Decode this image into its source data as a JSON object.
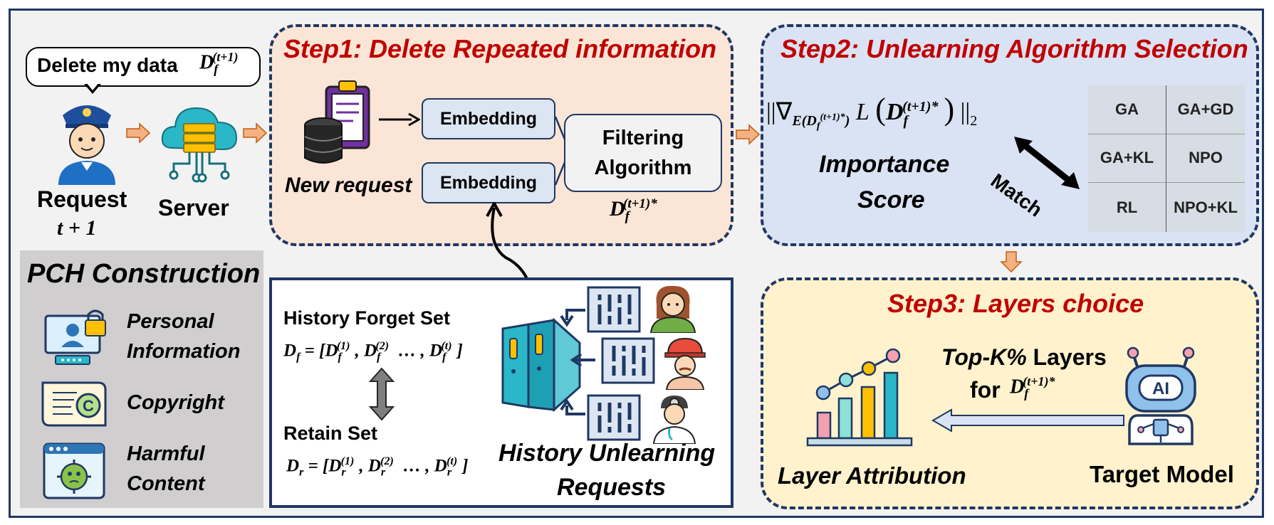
{
  "speech_bubble": {
    "text": "Delete my data"
  },
  "request": {
    "label": "Request",
    "sub": "t + 1"
  },
  "server": {
    "label": "Server"
  },
  "pch": {
    "title": "PCH Construction",
    "items": [
      {
        "label_line1": "Personal",
        "label_line2": "Information",
        "icon": "personal-info-icon"
      },
      {
        "label_line1": "Copyright",
        "label_line2": "",
        "icon": "copyright-icon"
      },
      {
        "label_line1": "Harmful",
        "label_line2": "Content",
        "icon": "harmful-content-icon"
      }
    ]
  },
  "step1": {
    "title": "Step1: Delete Repeated information",
    "new_request": "New request",
    "embedding_1": "Embedding",
    "embedding_2": "Embedding",
    "filtering_line1": "Filtering",
    "filtering_line2": "Algorithm"
  },
  "step2": {
    "title": "Step2: Unlearning Algorithm Selection",
    "importance_line1": "Importance",
    "importance_line2": "Score",
    "match": "Match",
    "algorithms": [
      "GA",
      "GA+GD",
      "GA+KL",
      "NPO",
      "RL",
      "NPO+KL"
    ]
  },
  "step3": {
    "title": "Step3: Layers choice",
    "topk_italic": "Top-K%",
    "topk_rest": " Layers",
    "for_label": "for",
    "layer_attribution": "Layer Attribution",
    "target_model": "Target Model",
    "ai_label": "AI"
  },
  "history": {
    "forget_label": "History Forget Set",
    "retain_label": "Retain Set",
    "title_line1": "History Unlearning",
    "title_line2": "Requests"
  },
  "colors": {
    "border": "#1f3864",
    "step_title": "#c00000",
    "step1_bg": "#fbe5d6",
    "step2_bg": "#dae3f3",
    "step3_bg": "#fff2cc",
    "arrow_orange": "#f4b183",
    "pch_bg": "#d0cece"
  }
}
